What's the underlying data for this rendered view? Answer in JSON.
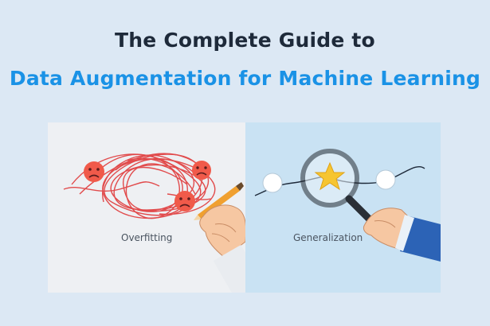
{
  "heading": {
    "line1": "The Complete Guide to",
    "line2": "Data Augmentation for Machine Learning"
  },
  "panels": {
    "left": {
      "label": "Overfitting",
      "icons": [
        "sad-face-icon",
        "scribble-lines",
        "pencil-in-hand-icon"
      ]
    },
    "right": {
      "label": "Generalization",
      "icons": [
        "magnifying-glass-icon",
        "star-icon",
        "hand-icon"
      ]
    }
  },
  "colors": {
    "background": "#dce8f4",
    "title_dark": "#1e2a3a",
    "title_blue": "#1a92e6",
    "scribble_red": "#e03a3a",
    "sad_face": "#f05a4a",
    "star": "#f6c531"
  }
}
